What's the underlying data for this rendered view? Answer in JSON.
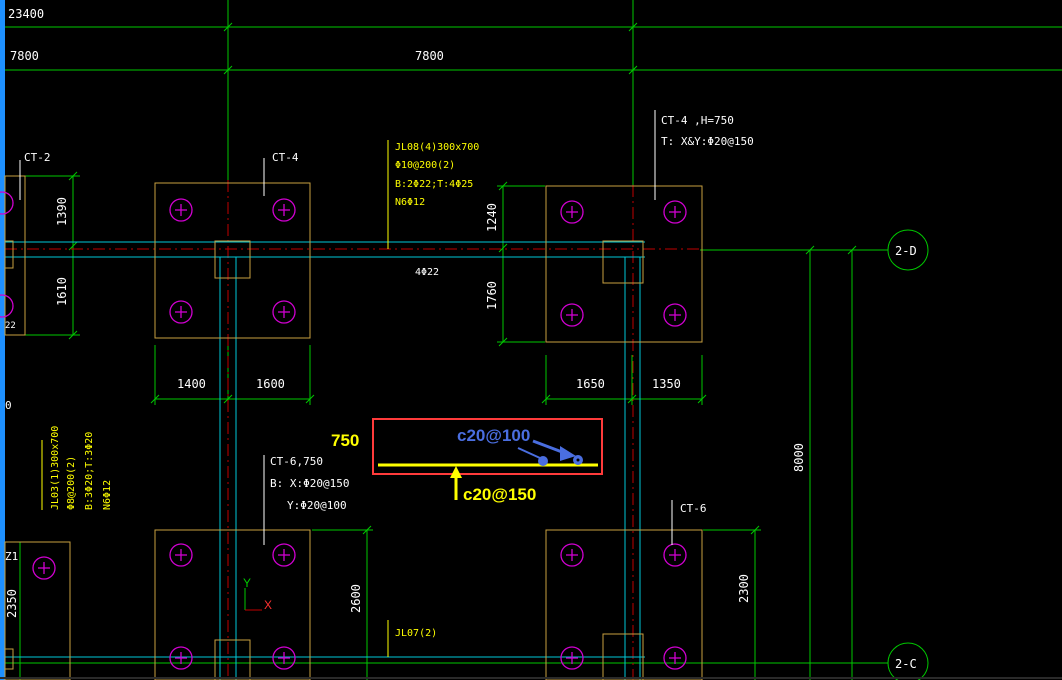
{
  "dimensions": {
    "overall": "23400",
    "bay_left": "7800",
    "bay_right": "7800",
    "ct4_left_v_top": "1390",
    "ct4_left_v_bottom": "1610",
    "ct4_left_h_left": "1400",
    "ct4_left_h_right": "1600",
    "ct4_right_v_top": "1240",
    "ct4_right_v_bottom": "1760",
    "ct4_right_h_left": "1650",
    "ct4_right_h_right": "1350",
    "span_right": "8000",
    "ct6_left_v": "2600",
    "ct6_right_v": "2300",
    "left_edge_v": "2350"
  },
  "labels": {
    "ct2": "CT-2",
    "ct4_left": "CT-4",
    "ct4_right_title": "CT-4 ,H=750",
    "ct4_right_rebar": "T: X&Y:Φ20@150",
    "ct6_left_title": "CT-6,750",
    "ct6_left_b": "B: X:Φ20@150",
    "ct6_left_y": "Y:Φ20@100",
    "ct6_right": "CT-6",
    "jl08_1": "JL08(4)300x700",
    "jl08_2": "Φ10@200(2)",
    "jl08_3": "B:2Φ22;T:4Φ25",
    "jl08_4": "N6Φ12",
    "beam_bar": "4Φ22",
    "jl03_1": "JL03(1)300x700",
    "jl03_2": "Φ8@200(2)",
    "jl03_3": "B:3Φ20;T:3Φ20",
    "jl03_4": "N6Φ12",
    "jl07": "JL07(2)",
    "z1": "Z1",
    "edge_zero": "0",
    "edge_22": "22"
  },
  "axes": {
    "d": "2-D",
    "c": "2-C"
  },
  "ucs": {
    "x": "X",
    "y": "Y"
  },
  "annotation": {
    "thickness": "750",
    "top_rebar": "c20@100",
    "bottom_rebar": "c20@150",
    "box_color": "#ff3b3b",
    "top_color": "#4a6ee0",
    "bottom_color": "#ffff00"
  },
  "colors": {
    "background": "#000000",
    "grid": "#00c800",
    "footing": "#c8a040",
    "pile": "#d000d0",
    "beam": "#00c8d8",
    "axis_red": "#c00000",
    "text": "#ffffff",
    "text_yellow": "#ffff00"
  }
}
